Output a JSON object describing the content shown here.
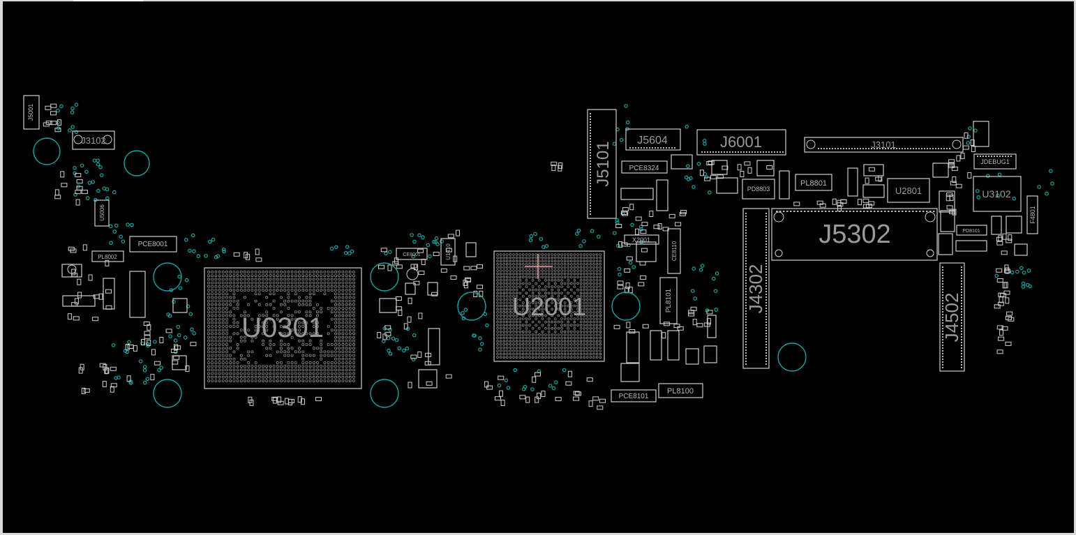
{
  "viewer": {
    "background": "#000000",
    "outline_color": "#cfcfcf",
    "via_color": "#1aa3a3",
    "marker_color": "#e6a0a0"
  },
  "components": {
    "u0301": "U0301",
    "u2001": "U2001",
    "j5302": "J5302",
    "j4302": "J4302",
    "j4502": "J4502",
    "j5101": "J5101",
    "j6001": "J6001",
    "j5604": "J5604",
    "j3101": "J3101",
    "j3102": "J3102",
    "j5001": "J5001",
    "u3102": "U3102",
    "u2801": "U2801",
    "jdebug1": "JDEBUG1",
    "pl8801": "PL8801",
    "pd8803": "PD8803",
    "pce8324": "PCE8324",
    "pce8001": "PCE8001",
    "pce8101": "PCE8101",
    "pl8100": "PL8100",
    "pl8101": "PL8101",
    "x2001": "X2001",
    "f4801": "F4801",
    "u5006": "U5006",
    "u1410": "U1410",
    "pl8002": "PL8002",
    "pd8101": "PD8101",
    "ce8001": "CE8001",
    "ce8110": "CE8110"
  }
}
